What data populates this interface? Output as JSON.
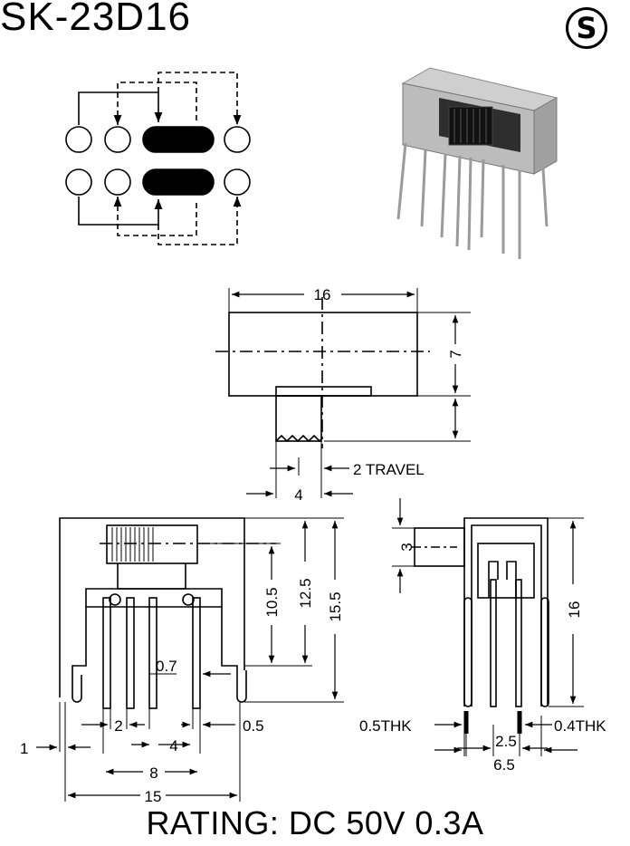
{
  "header": {
    "model": "SK-23D16",
    "logo_letter": "S"
  },
  "top_view": {
    "width_dim": "16",
    "height_dim": "7",
    "travel_label": "2 TRAVEL",
    "actuator_dim": "4"
  },
  "front_view": {
    "dims": {
      "h1": "10.5",
      "h2": "12.5",
      "h3": "15.5",
      "pin_width": "0.7",
      "pitch": "2",
      "pin_end": "0.5",
      "edge": "1",
      "inner_pitch": "4",
      "span": "8",
      "overall": "15"
    }
  },
  "side_view": {
    "dims": {
      "actuator_height": "3",
      "height": "16",
      "thk_left": "0.5THK",
      "thk_right": "0.4THK",
      "pitch": "2.5",
      "depth": "6.5"
    }
  },
  "footer": {
    "rating": "RATING: DC 50V 0.3A"
  }
}
